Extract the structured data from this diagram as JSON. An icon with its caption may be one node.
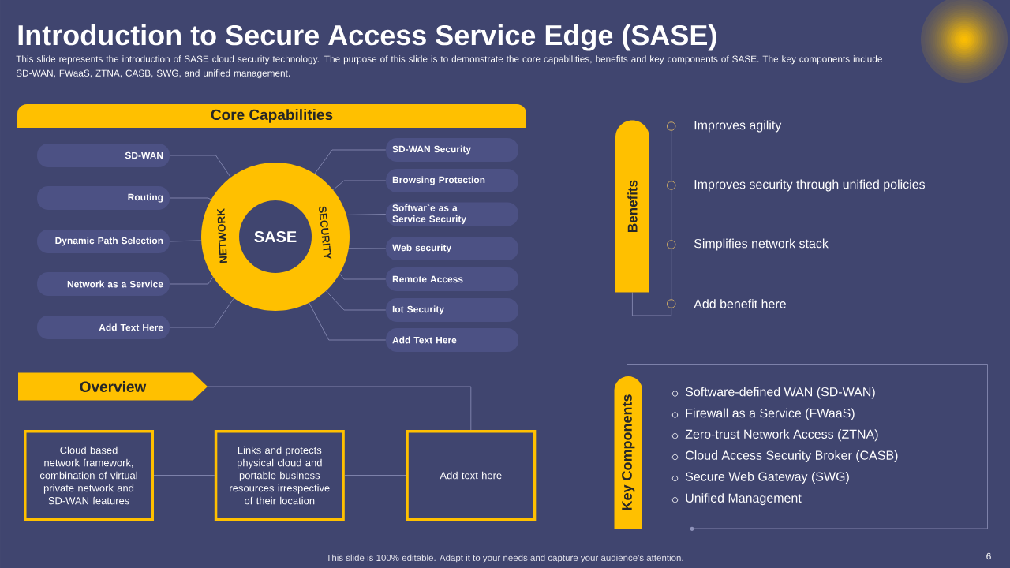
{
  "diagram": {
    "title": "Introduction to Secure Access Service Edge (SASE)",
    "nodes": [
      {
        "text": [
          "Core Capabilities"
        ]
      },
      {
        "text": [
          "NETWORK",
          "SECURITY"
        ]
      },
      {
        "text": [
          "SASE"
        ],
        "in": 1
      },
      {
        "text": [
          "SD-WAN"
        ]
      },
      {
        "text": [
          "Routing"
        ]
      },
      {
        "text": [
          "Dynamic Path Selection"
        ]
      },
      {
        "text": [
          "Network as a Service"
        ]
      },
      {
        "text": [
          "Add Text Here"
        ]
      },
      {
        "text": [
          "SD-WAN Security"
        ]
      },
      {
        "text": [
          "Browsing Protection"
        ]
      },
      {
        "text": [
          "Softwar`e as a Service Security"
        ]
      },
      {
        "text": [
          "Web security"
        ]
      },
      {
        "text": [
          "Remote Access"
        ]
      },
      {
        "text": [
          "Iot Security"
        ]
      },
      {
        "text": [
          "Add Text Here"
        ]
      },
      {
        "text": [
          "Benefits"
        ]
      },
      {
        "text": [
          "Overview"
        ]
      },
      {
        "text": [
          "Cloud based network framework, combination of virtual private network and SD-WAN features"
        ]
      },
      {
        "text": [
          "Links and protects physical cloud and portable business resources irrespective of their location"
        ]
      },
      {
        "text": [
          "Add text here"
        ]
      },
      {
        "text": [
          "Key Components"
        ]
      }
    ],
    "edges": [
      {
        "from": 3,
        "to": 1,
        "arrow": "none"
      },
      {
        "from": 4,
        "to": 1,
        "arrow": "none"
      },
      {
        "from": 5,
        "to": 1,
        "arrow": "none"
      },
      {
        "from": 6,
        "to": 1,
        "arrow": "none"
      },
      {
        "from": 7,
        "to": 1,
        "arrow": "none"
      },
      {
        "from": 8,
        "to": 1,
        "arrow": "none"
      },
      {
        "from": 9,
        "to": 1,
        "arrow": "none"
      },
      {
        "from": 10,
        "to": 1,
        "arrow": "none"
      },
      {
        "from": 11,
        "to": 1,
        "arrow": "none"
      },
      {
        "from": 12,
        "to": 1,
        "arrow": "none"
      },
      {
        "from": 13,
        "to": 1,
        "arrow": "none"
      },
      {
        "from": 14,
        "to": 1,
        "arrow": "none"
      },
      {
        "from": 16,
        "to": 19,
        "arrow": "none"
      },
      {
        "from": 17,
        "to": 18,
        "arrow": "none"
      },
      {
        "from": 18,
        "to": 19,
        "arrow": "none"
      }
    ],
    "labels": [
      "This slide represents the introduction of SASE cloud security technology. The purpose of this slide is to demonstrate the core capabilities, benefits and key components of SASE. The key components include SD-WAN, FWaaS, ZTNA, CASB, SWG, and unified management.",
      "Improves agility",
      "Improves security through unified policies",
      "Simplifies network stack",
      "Add benefit here",
      "Software-defined WAN (SD-WAN)",
      "Firewall as a Service (FWaaS)",
      "Zero-trust Network Access (ZTNA)",
      "Cloud Access Security Broker (CASB)",
      "Secure Web Gateway (SWG)",
      "Unified Management",
      "This slide is 100% editable. Adapt it to your needs and capture your audience's attention.",
      "6"
    ]
  }
}
